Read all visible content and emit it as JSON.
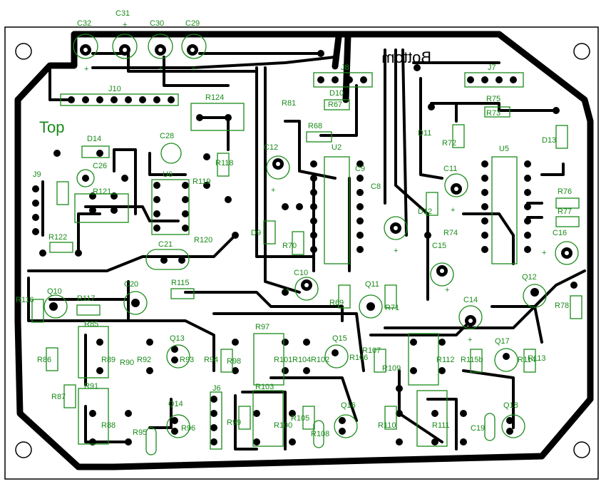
{
  "board": {
    "top_label": "Top",
    "bottom_label": "Bottom",
    "components": [
      "C32",
      "C31",
      "C30",
      "C29",
      "J10",
      "R124",
      "J9",
      "D14",
      "C26",
      "C28",
      "R121",
      "U6",
      "R119",
      "R118",
      "R120",
      "R122",
      "C21",
      "C12",
      "R81",
      "J8",
      "D10",
      "R67",
      "U2",
      "R68",
      "C9",
      "C8",
      "R69",
      "Q11",
      "R71",
      "D9",
      "C10",
      "R70",
      "D11",
      "R72",
      "D12",
      "D13",
      "J7",
      "R75",
      "R73",
      "U5",
      "C11",
      "R74",
      "C15",
      "R76",
      "R77",
      "C16",
      "Q12",
      "C14",
      "R78",
      "Q10",
      "R116",
      "R117",
      "R115",
      "C20",
      "R85",
      "R86",
      "R89",
      "R92",
      "R87",
      "R88",
      "R91",
      "Q13",
      "R93",
      "R94",
      "R90",
      "Q14",
      "R95",
      "R96",
      "J6",
      "R99",
      "R98",
      "R97",
      "R101",
      "R103",
      "R104",
      "R100",
      "R105",
      "R102",
      "Q15",
      "R106",
      "R107",
      "R108",
      "Q16",
      "R109",
      "R110",
      "R112",
      "R111",
      "R113",
      "Q17",
      "R114",
      "Q18",
      "R115b",
      "C19"
    ],
    "polarity_marks": [
      "+",
      "+",
      "+",
      "+",
      "+",
      "+",
      "+",
      "+",
      "+",
      "+",
      "+"
    ]
  }
}
